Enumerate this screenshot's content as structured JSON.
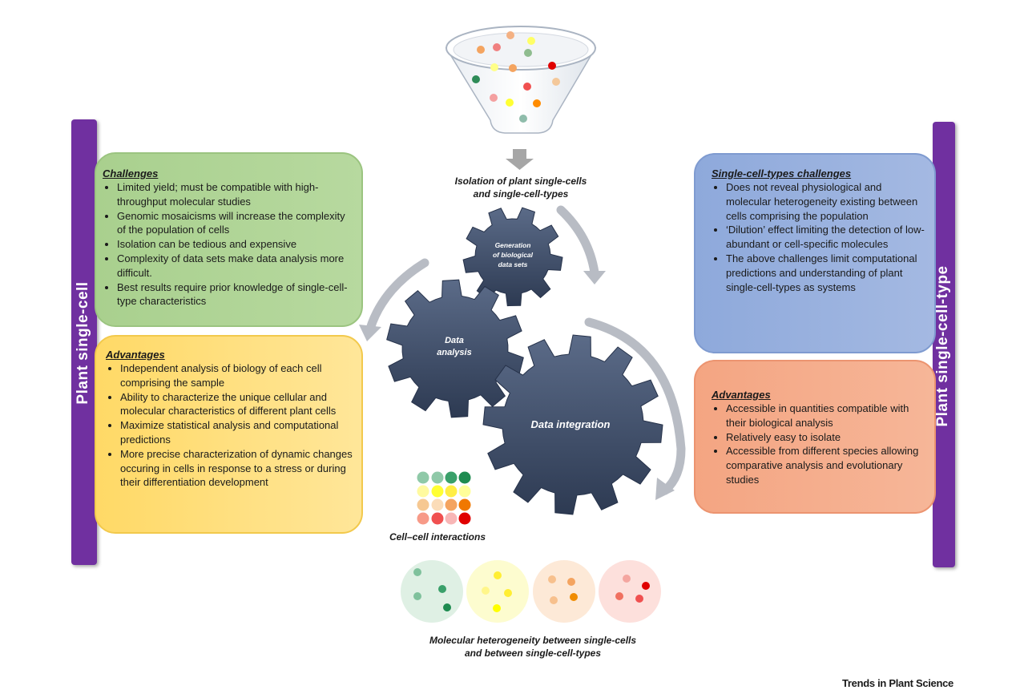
{
  "left_label": "Plant single-cell",
  "right_label": "Plant single-cell-type",
  "left_challenges": {
    "title": "Challenges",
    "items": [
      "Limited yield; must be compatible with high-throughput molecular studies",
      "Genomic mosaicisms will increase the complexity of the population of cells",
      "Isolation can be tedious and expensive",
      "Complexity of data sets make data analysis more difficult.",
      "Best results require prior knowledge of single-cell-type characteristics"
    ]
  },
  "left_advantages": {
    "title": "Advantages",
    "items": [
      "Independent analysis of biology of each cell comprising the sample",
      "Ability to characterize the unique cellular and molecular characteristics of different plant cells",
      "Maximize statistical analysis and computational predictions",
      "More precise characterization of dynamic changes occuring in cells in response to a stress or during their differentiation development"
    ]
  },
  "right_challenges": {
    "title": "Single-cell-types challenges",
    "items": [
      "Does not reveal physiological and molecular heterogeneity existing between cells comprising the population",
      "‘Dilution’ effect limiting the detection of low-abundant or cell-specific molecules",
      "The above challenges limit computational predictions and understanding of plant single-cell-types as systems"
    ]
  },
  "right_advantages": {
    "title": "Advantages",
    "items": [
      "Accessible in quantities compatible with their biological analysis",
      "Relatively easy to isolate",
      "Accessible from different species allowing comparative analysis and evolutionary studies"
    ]
  },
  "isolation_caption": [
    "Isolation of plant single-cells",
    "and single-cell-types"
  ],
  "gears": {
    "small": [
      "Generation",
      "of biological",
      "data sets"
    ],
    "medium": [
      "Data",
      "analysis"
    ],
    "large": "Data integration"
  },
  "interactions_caption": "Cell–cell interactions",
  "heterogeneity_caption": [
    "Molecular heterogeneity between single-cells",
    "and between single-cell-types"
  ],
  "footer": "Trends in Plant Science",
  "colors": {
    "purple": "#7030a0",
    "green_box": "#a9d08e",
    "yellow_box": "#ffd966",
    "blue_box": "#8ea9db",
    "salmon_box": "#f4a582",
    "gear": "#3b4a66"
  }
}
